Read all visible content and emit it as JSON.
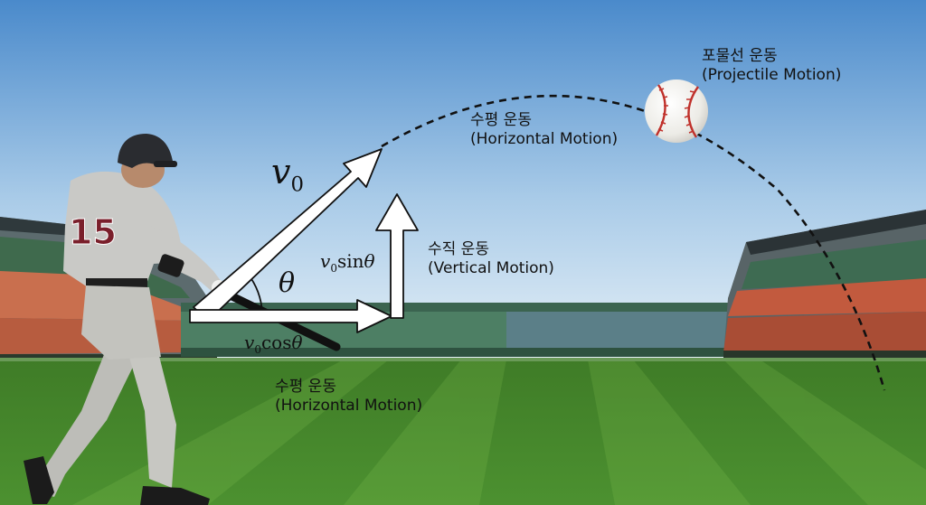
{
  "labels": {
    "projectile_ko": "포물선 운동",
    "projectile_en": "(Projectile Motion)",
    "horizontal_top_ko": "수평 운동",
    "horizontal_top_en": "(Horizontal Motion)",
    "vertical_ko": "수직 운동",
    "vertical_en": "(Vertical Motion)",
    "horizontal_bottom_ko": "수평 운동",
    "horizontal_bottom_en": "(Horizontal Motion)"
  },
  "math": {
    "v0_symbol": "v",
    "v0_subscript": "0",
    "theta": "θ",
    "sin_fn": "sin",
    "cos_fn": "cos"
  },
  "player": {
    "jersey_number": "15"
  },
  "colors": {
    "sky_top": "#4f8fd0",
    "sky_bottom": "#e2eef7",
    "grass_light": "#4f8f2f",
    "grass_dark": "#3f7a26",
    "arrow_fill": "#ffffff",
    "arrow_stroke": "#111111",
    "trajectory": "#111111",
    "ball_stitch": "#c0312b",
    "jersey": "#c9c9c6",
    "jersey_number": "#7a1f2b"
  }
}
